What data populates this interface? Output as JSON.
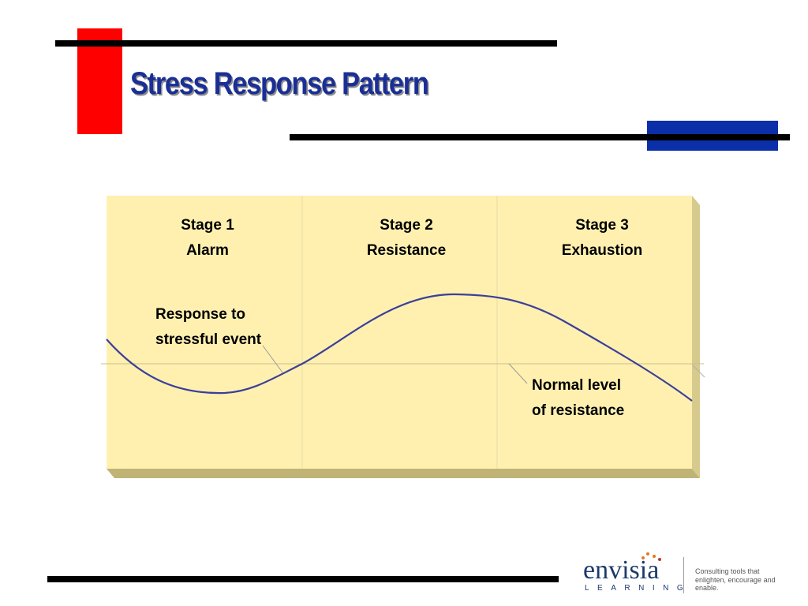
{
  "slide": {
    "title": "Stress Response Pattern"
  },
  "diagram": {
    "stages": [
      {
        "number": "Stage 1",
        "name": "Alarm"
      },
      {
        "number": "Stage 2",
        "name": "Resistance"
      },
      {
        "number": "Stage 3",
        "name": "Exhaustion"
      }
    ],
    "annotations": {
      "response_line1": "Response to",
      "response_line2": "stressful event",
      "normal_line1": "Normal level",
      "normal_line2": "of resistance"
    },
    "colors": {
      "panel": "#fff0b0",
      "panel_shadow": "#bfb476",
      "curve": "#3b3f9a",
      "baseline": "#c9bf88"
    }
  },
  "branding": {
    "brand": "envisia",
    "sub": "LEARNING",
    "tagline1": "Consulting tools that",
    "tagline2": "enlighten, encourage and enable.",
    "colors": {
      "accent_red": "#ff0000",
      "accent_blue": "#0a2fa8",
      "title": "#1a2f96"
    }
  }
}
